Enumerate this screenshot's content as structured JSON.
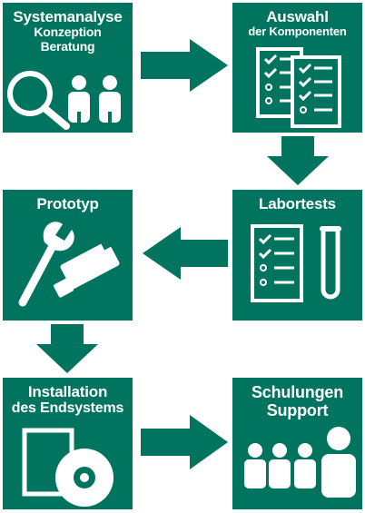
{
  "colors": {
    "tile": "#00745f",
    "arrow": "#00745f",
    "icon": "#ffffff"
  },
  "tiles": [
    {
      "title": "Systemanalyse",
      "subtitle": "Konzeption\nBeratung",
      "icons": [
        "magnifier-icon",
        "people-icon"
      ]
    },
    {
      "title": "Auswahl",
      "subtitle": "der Komponenten",
      "icons": [
        "checklist-icon"
      ]
    },
    {
      "title": "Prototyp",
      "subtitle": "",
      "icons": [
        "wrench-icon",
        "camera-icon"
      ]
    },
    {
      "title": "Labortests",
      "subtitle": "",
      "icons": [
        "checklist-icon",
        "test-tube-icon"
      ]
    },
    {
      "title": "Installation",
      "subtitle": "des Endsystems",
      "icons": [
        "box-icon",
        "disc-icon"
      ]
    },
    {
      "title": "Schulungen",
      "subtitle": "Support",
      "icons": [
        "people-icon"
      ]
    }
  ]
}
